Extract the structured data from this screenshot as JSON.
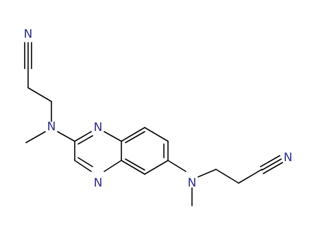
{
  "molecule": {
    "atoms": {
      "n_nitrile_top": "N",
      "n_amine_left": "N",
      "n_ring_top": "N",
      "n_ring_bottom": "N",
      "n_amine_right": "N",
      "n_nitrile_right": "N"
    }
  }
}
